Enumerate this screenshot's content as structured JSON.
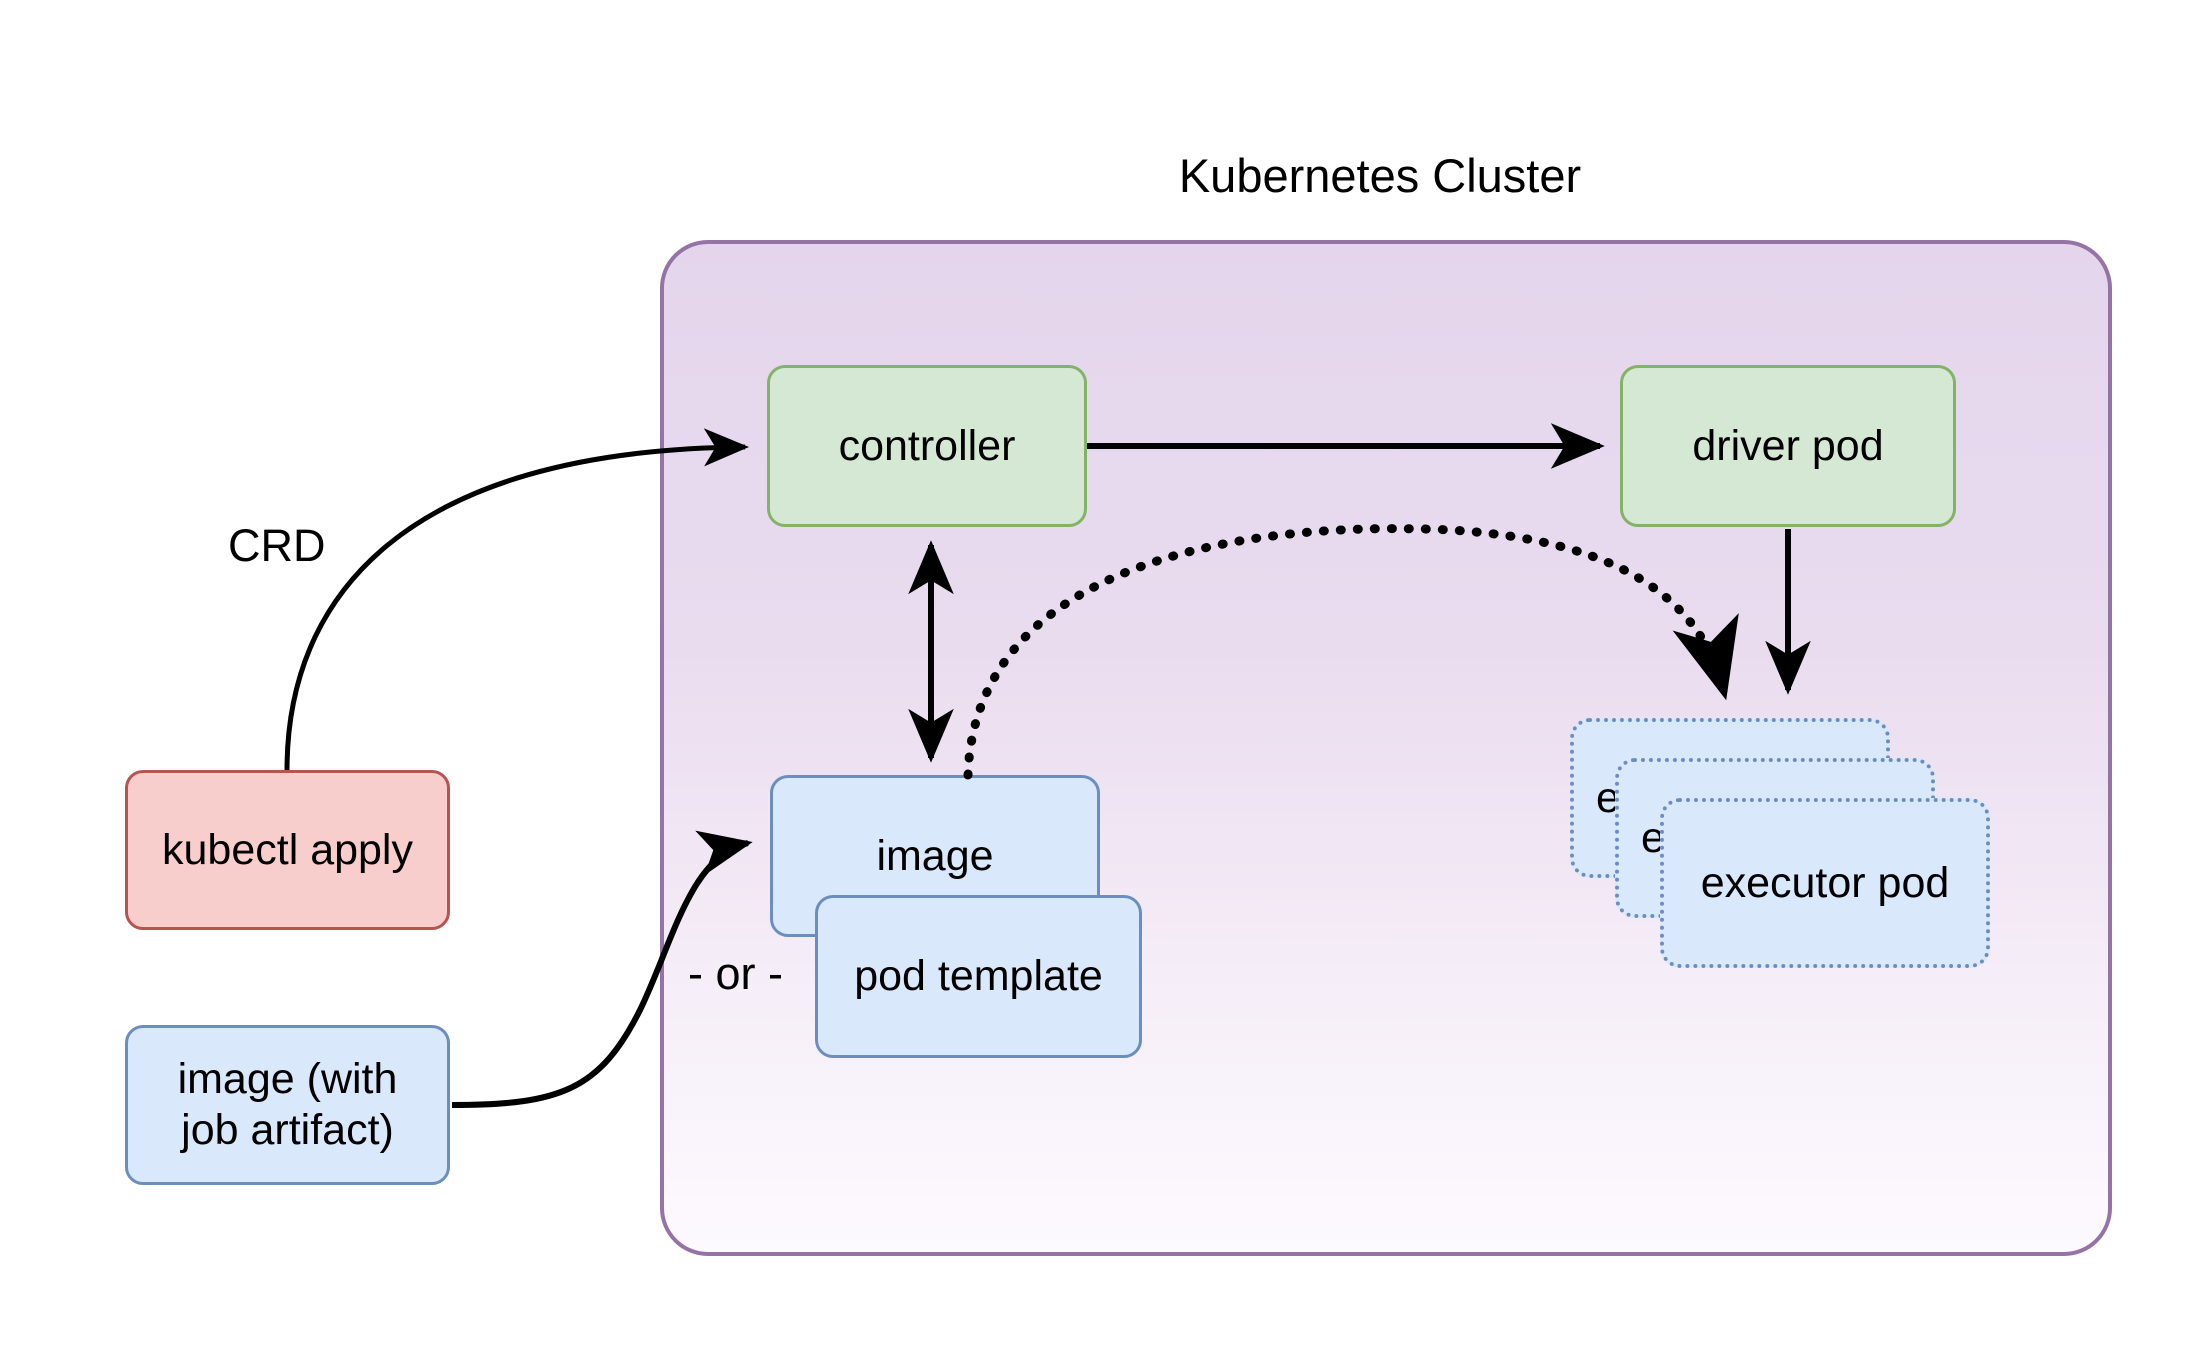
{
  "diagram": {
    "title": "Kubernetes Cluster",
    "background_color": "#ffffff"
  },
  "cluster": {
    "label": "Kubernetes Cluster",
    "border_color": "#9673a6",
    "fill_top_color": "#e4d5ec",
    "fill_bottom_color": "#fdfaff"
  },
  "nodes": {
    "controller": {
      "label": "controller",
      "fill": "#d5e8d4",
      "stroke": "#82b366"
    },
    "driver_pod": {
      "label": "driver pod",
      "fill": "#d5e8d4",
      "stroke": "#82b366"
    },
    "image_in_cluster": {
      "label": "image",
      "fill": "#dae8fc",
      "stroke": "#6c8ebf"
    },
    "pod_template": {
      "label": "pod template",
      "fill": "#dae8fc",
      "stroke": "#6c8ebf"
    },
    "kubectl_apply": {
      "label": "kubectl apply",
      "fill": "#f8cecc",
      "stroke": "#b85450"
    },
    "image_with_job_artifact": {
      "label": "image (with\njob artifact)",
      "line1": "image (with",
      "line2": "job artifact)",
      "fill": "#dae8fc",
      "stroke": "#6c8ebf"
    },
    "executor_pod_back": {
      "label": "executor pod",
      "fill": "#dae8fc",
      "stroke": "#6c8ebf"
    },
    "executor_pod_middle": {
      "label": "executor pod",
      "fill": "#dae8fc",
      "stroke": "#6c8ebf"
    },
    "executor_pod_front": {
      "label": "executor pod",
      "fill": "#dae8fc",
      "stroke": "#6c8ebf"
    }
  },
  "edge_labels": {
    "crd": "CRD",
    "or": "- or -"
  },
  "edges": [
    {
      "from": "kubectl apply",
      "to": "controller",
      "label": "CRD",
      "style": "solid-curved-arrow"
    },
    {
      "from": "controller",
      "to": "driver pod",
      "label": "",
      "style": "solid-arrow"
    },
    {
      "from": "controller",
      "to": "image",
      "label": "",
      "style": "solid-double-arrow"
    },
    {
      "from": "image",
      "to": "executor pod",
      "label": "",
      "style": "dotted-curved-arrow"
    },
    {
      "from": "driver pod",
      "to": "executor pod",
      "label": "",
      "style": "solid-arrow"
    },
    {
      "from": "image (with job artifact)",
      "to": "image",
      "label": "",
      "style": "solid-curved-arrow"
    }
  ]
}
